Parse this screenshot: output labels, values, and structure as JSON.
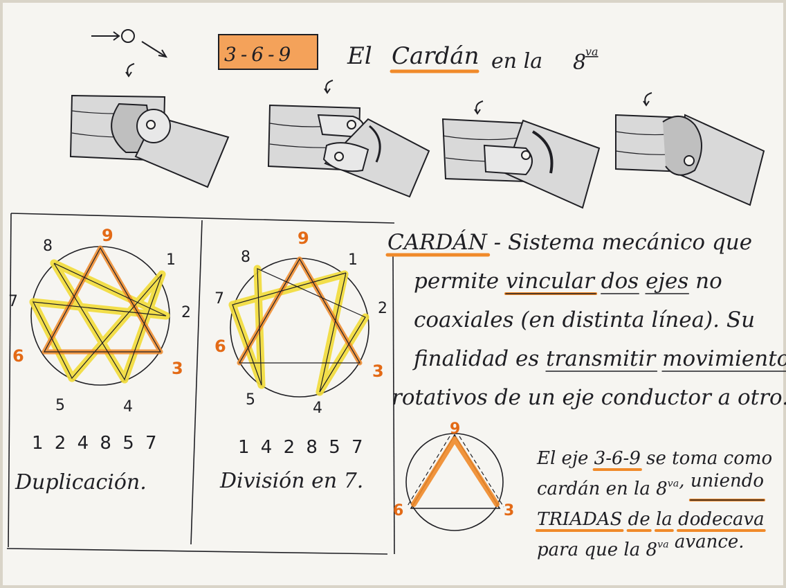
{
  "header": {
    "arrow_symbol": "→O↘",
    "badge": "3-6-9",
    "title_prefix": "El",
    "title_word": "Cardán",
    "title_mid": "en la",
    "title_oct": "8",
    "title_oct_sup": "va"
  },
  "colors": {
    "paper": "#f6f5f1",
    "ink": "#1f1f24",
    "orange": "#f08a2a",
    "orange_dark": "#e36a16",
    "yellow": "#f2dc38",
    "graphite": "#cfcfcf"
  },
  "enneagram_left": {
    "labels": [
      "9",
      "1",
      "2",
      "3",
      "4",
      "5",
      "6",
      "7",
      "8"
    ],
    "sequence": "1 2 4 8 5 7",
    "caption": "Duplicación."
  },
  "enneagram_right": {
    "labels": [
      "9",
      "1",
      "2",
      "3",
      "4",
      "5",
      "6",
      "7",
      "8"
    ],
    "sequence": "1 4 2 8 5 7",
    "caption": "División en 7."
  },
  "definition": {
    "lines": [
      [
        "CARDÁN",
        " - Sistema mecánico que"
      ],
      [
        "permite ",
        "vincular",
        " ",
        "dos",
        " ",
        "ejes",
        " no"
      ],
      [
        "coaxiales (en distinta línea). Su"
      ],
      [
        "finalidad es ",
        "transmitir",
        " ",
        "movimientos"
      ],
      [
        "rotativos de un eje conductor a otro."
      ]
    ]
  },
  "triangle": {
    "labels": [
      "9",
      "3",
      "6"
    ]
  },
  "note": {
    "lines": [
      [
        "El eje ",
        "3-6-9",
        " se toma como"
      ],
      [
        "cardán en la 8",
        "va",
        ", ",
        "uniendo"
      ],
      [
        "TRIADAS",
        " ",
        "de",
        " ",
        "la",
        " ",
        "dodecava"
      ],
      [
        "para que la 8",
        "va",
        " avance."
      ]
    ]
  }
}
